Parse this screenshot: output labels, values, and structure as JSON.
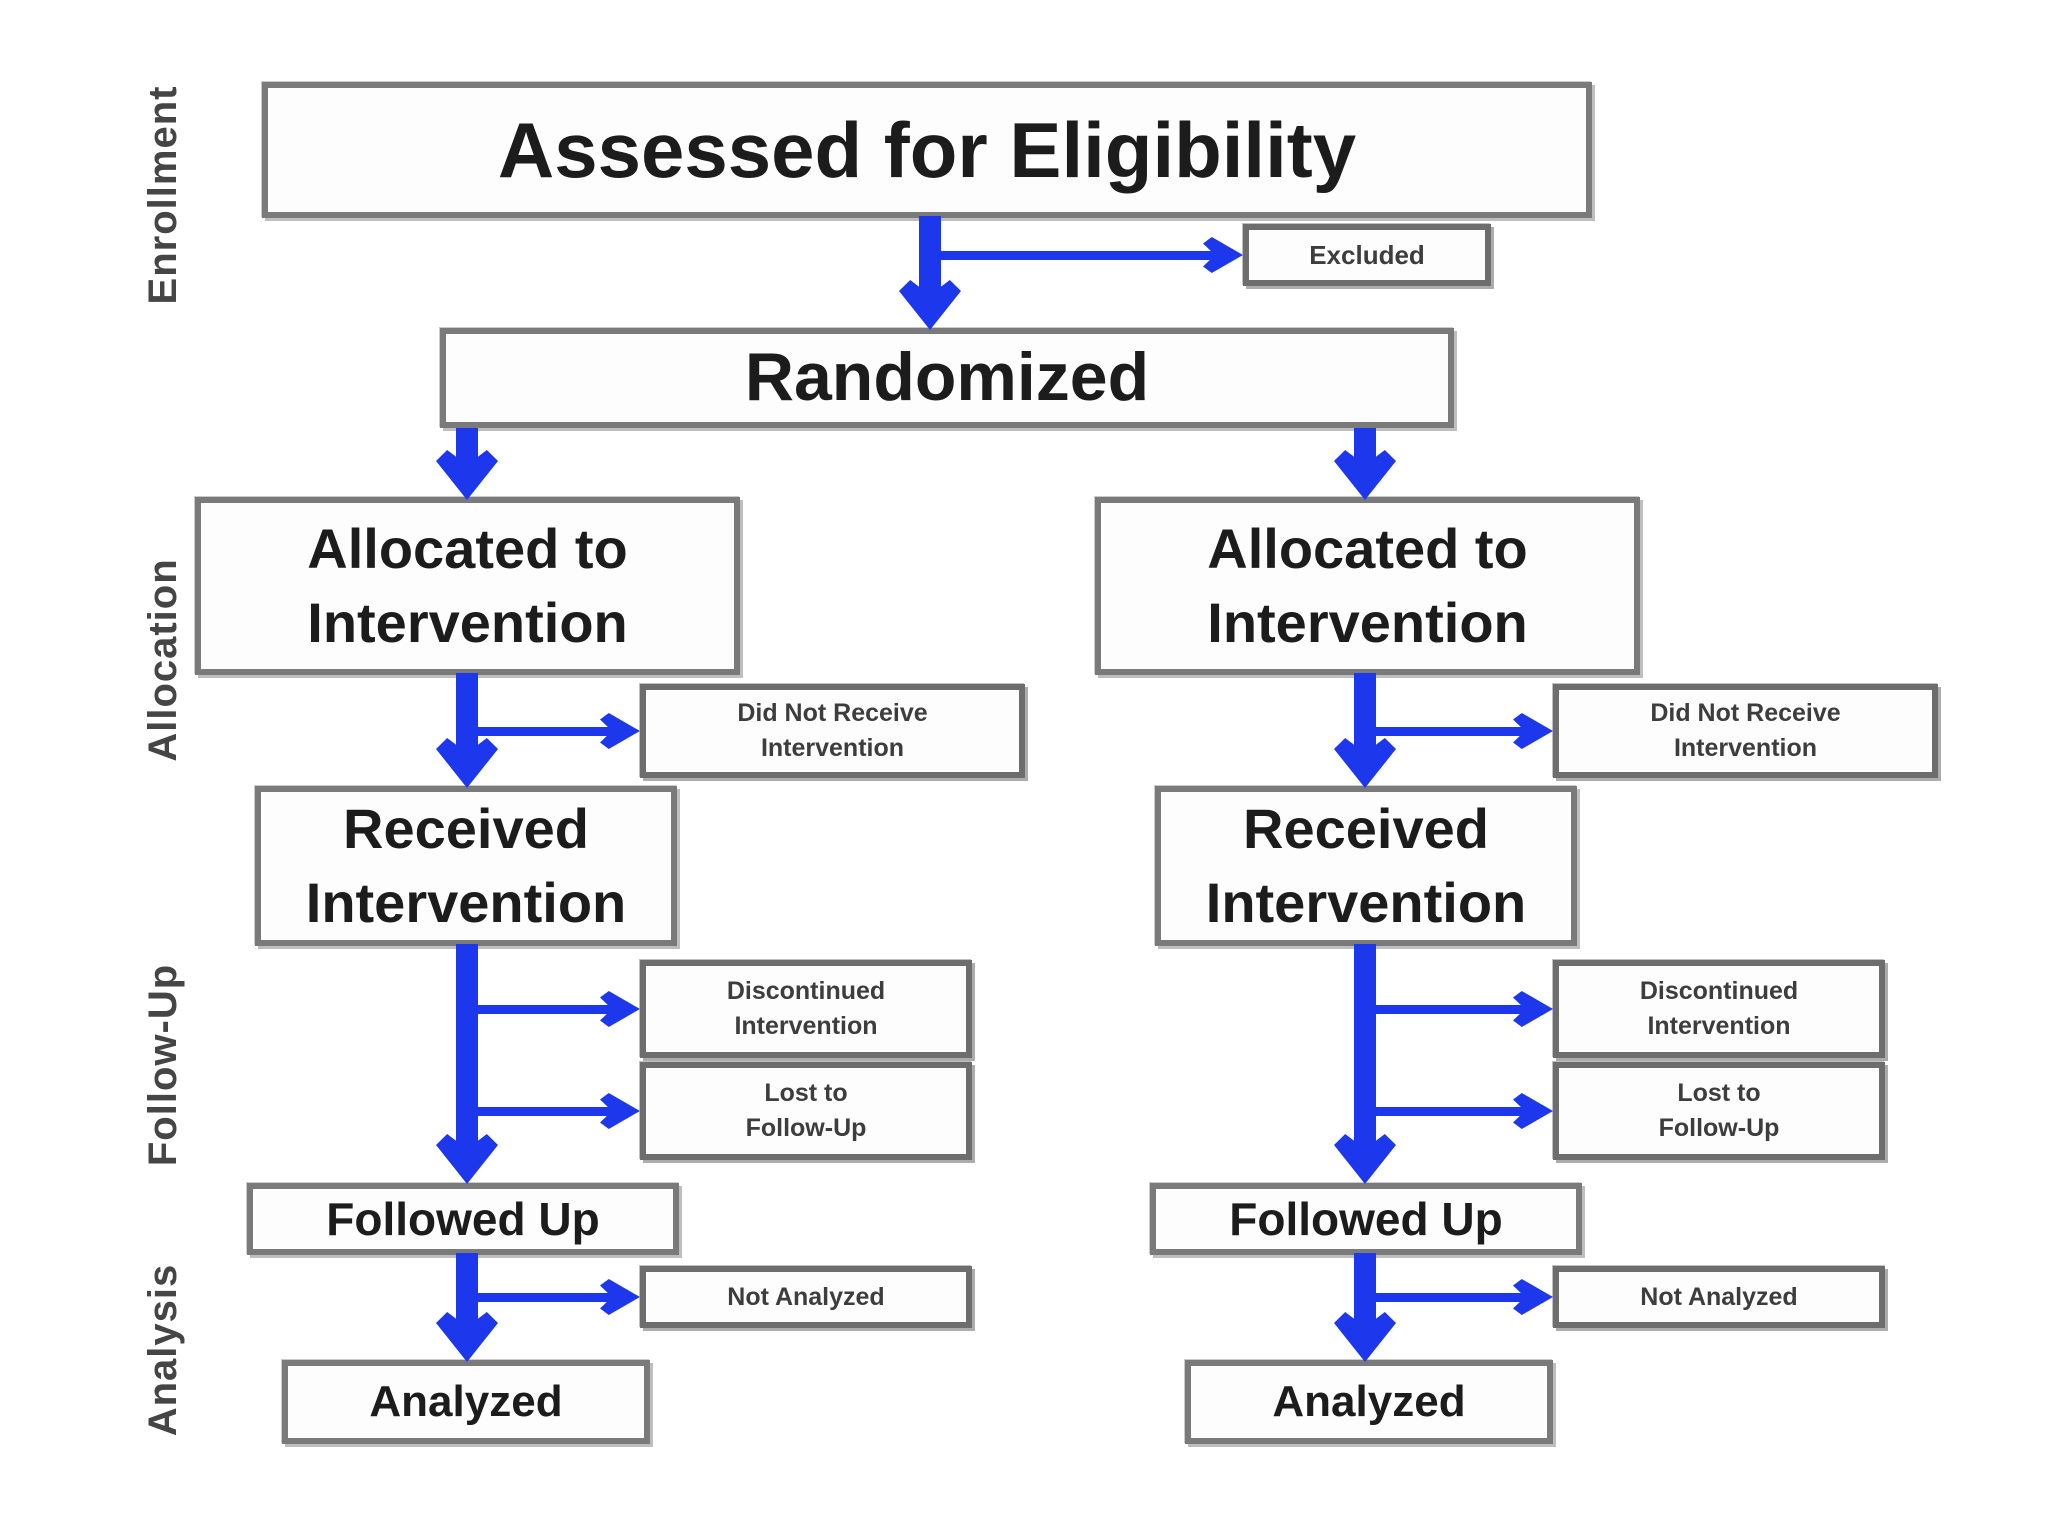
{
  "diagram": {
    "phase_labels": {
      "enrollment": "Enrollment",
      "allocation": "Allocation",
      "follow_up": "Follow-Up",
      "analysis": "Analysis"
    },
    "nodes": {
      "assessed": "Assessed for Eligibility",
      "excluded": "Excluded",
      "randomized": "Randomized",
      "allocated": {
        "line1": "Allocated to",
        "line2": "Intervention"
      },
      "did_not_receive": {
        "line1": "Did Not Receive",
        "line2": "Intervention"
      },
      "received": {
        "line1": "Received",
        "line2": "Intervention"
      },
      "discontinued": {
        "line1": "Discontinued",
        "line2": "Intervention"
      },
      "lost": {
        "line1": "Lost to",
        "line2": "Follow-Up"
      },
      "followed_up": "Followed Up",
      "not_analyzed": "Not Analyzed",
      "analyzed": "Analyzed"
    },
    "colors": {
      "arrow": "#1d38ec",
      "box_border": "#7a7a7a",
      "side_box_border": "#6d6d6d",
      "main_text": "#1c1c1c",
      "side_text": "#3d3d3d",
      "phase_label_text": "#454545",
      "background": "#ffffff"
    }
  }
}
